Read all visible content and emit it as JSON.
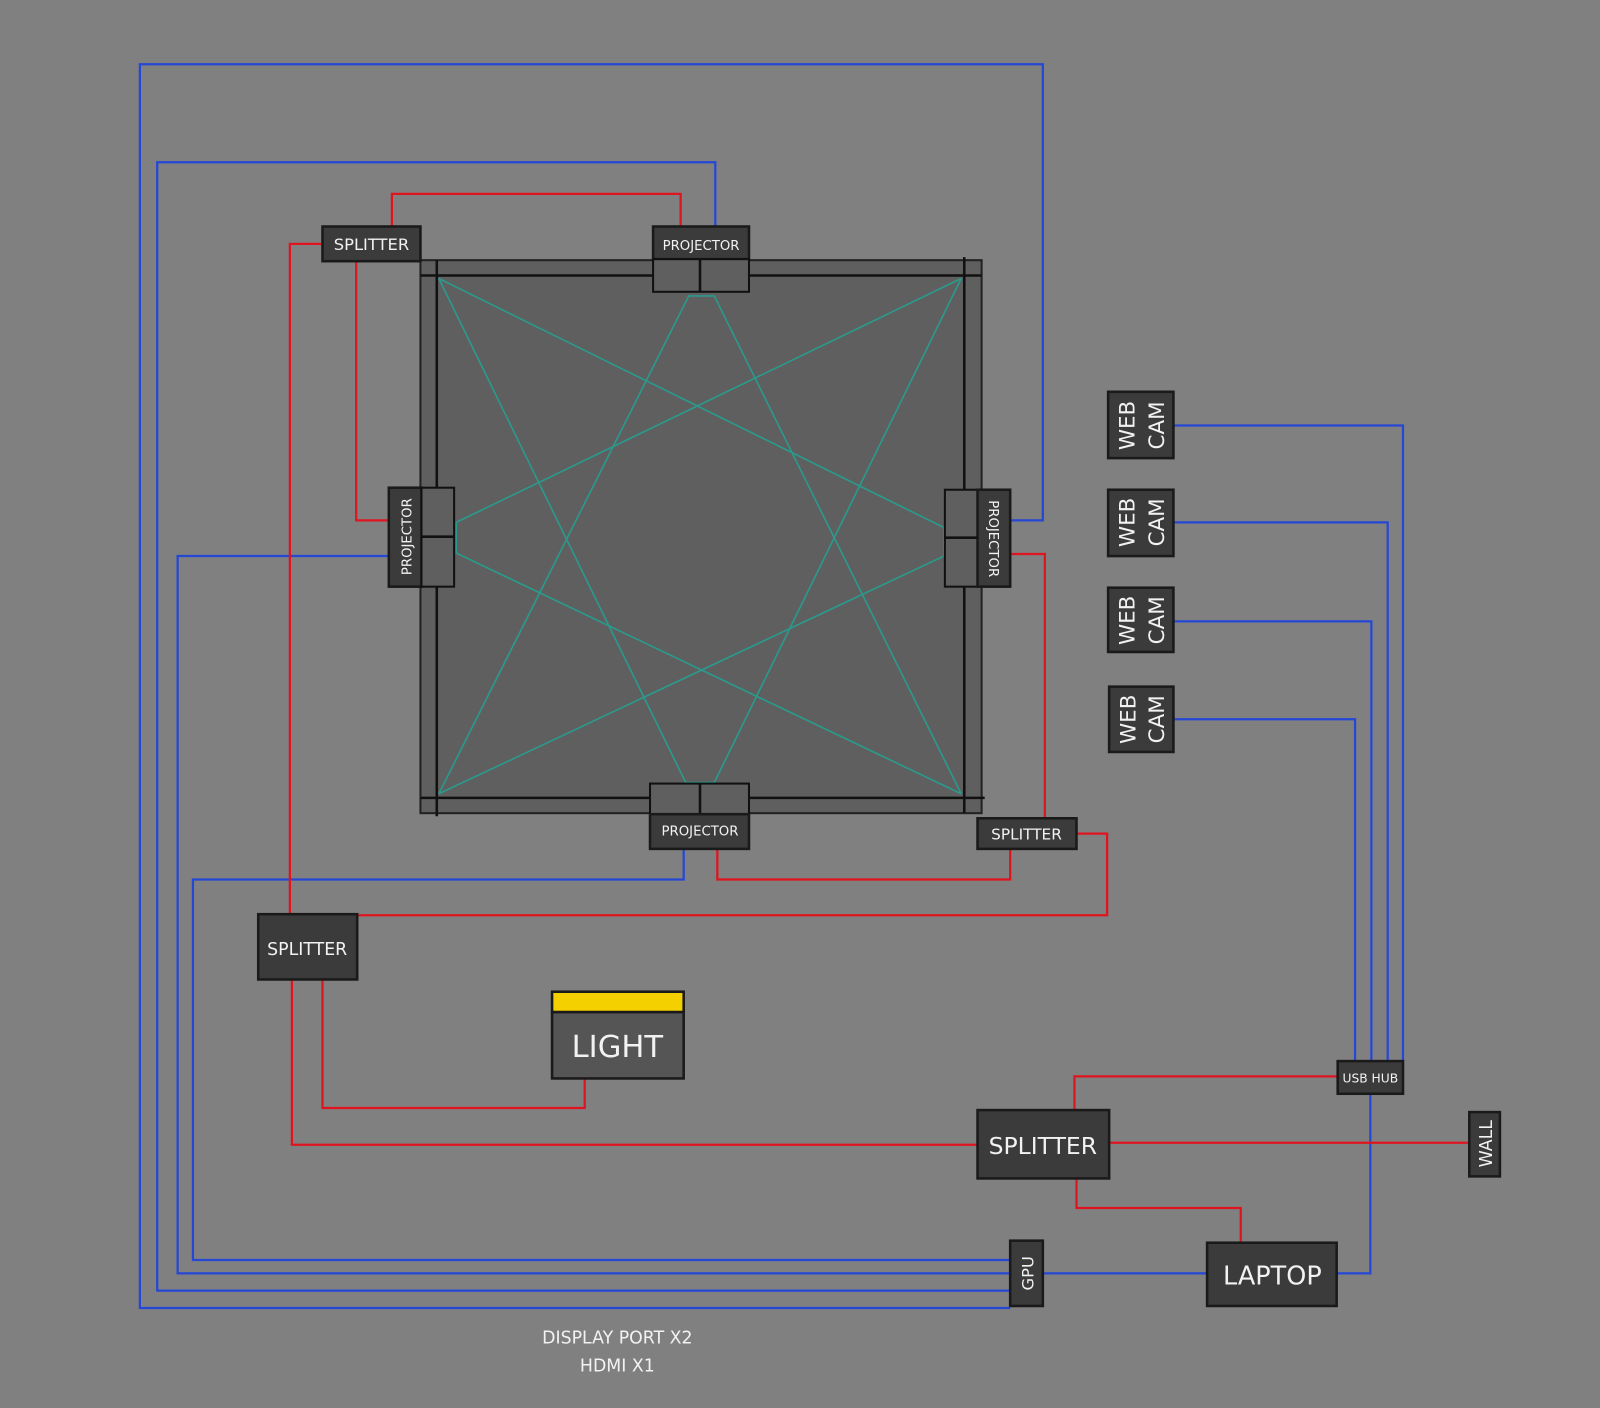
{
  "diagram": {
    "devices": {
      "splitter_top": "SPLITTER",
      "projector_top": "PROJECTOR",
      "projector_left": "PROJECTOR",
      "projector_right": "PROJECTOR",
      "projector_bottom": "PROJECTOR",
      "splitter_right": "SPLITTER",
      "splitter_lower_left": "SPLITTER",
      "light": "LIGHT",
      "splitter_main": "SPLITTER",
      "usb_hub": "USB HUB",
      "wall": "WALL",
      "laptop": "LAPTOP",
      "gpu": "GPU",
      "webcams": [
        {
          "line1": "WEB",
          "line2": "CAM"
        },
        {
          "line1": "WEB",
          "line2": "CAM"
        },
        {
          "line1": "WEB",
          "line2": "CAM"
        },
        {
          "line1": "WEB",
          "line2": "CAM"
        }
      ]
    },
    "note": {
      "line1": "DISPLAY PORT X2",
      "line2": "HDMI X1"
    },
    "colors": {
      "background": "#808080",
      "data_cable": "#2447d6",
      "power_cable": "#e0141e",
      "projection": "#2a9a8c",
      "light": "#f5d000"
    }
  }
}
